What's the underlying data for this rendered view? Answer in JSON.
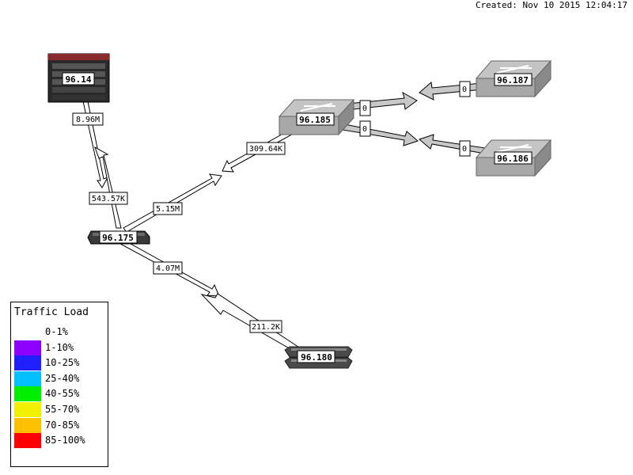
{
  "created": "Created: Nov 10 2015 12:04:17",
  "nodes": {
    "n14": "96.14",
    "n175": "96.175",
    "n185": "96.185",
    "n187": "96.187",
    "n186": "96.186",
    "n180": "96.180"
  },
  "links": {
    "l14_175_a": "8.96M",
    "l14_175_b": "543.57K",
    "l175_185_a": "5.15M",
    "l175_185_b": "309.64K",
    "l175_180_a": "4.07M",
    "l175_180_b": "211.2K",
    "l185_187_a": "0",
    "l185_187_b": "0",
    "l185_186_a": "0",
    "l185_186_b": "0"
  },
  "legend": {
    "title": "Traffic Load",
    "items": [
      {
        "label": "0-1%",
        "color": "#ffffff"
      },
      {
        "label": "1-10%",
        "color": "#8c00ff"
      },
      {
        "label": "10-25%",
        "color": "#2020ff"
      },
      {
        "label": "25-40%",
        "color": "#00c0ff"
      },
      {
        "label": "40-55%",
        "color": "#00f000"
      },
      {
        "label": "55-70%",
        "color": "#f0f000"
      },
      {
        "label": "70-85%",
        "color": "#ffc000"
      },
      {
        "label": "85-100%",
        "color": "#ff0000"
      }
    ]
  },
  "colors": {
    "idle_link": "#c8c8c8",
    "low_link": "#ffffff",
    "switch_gray": "#b0b0b0"
  }
}
